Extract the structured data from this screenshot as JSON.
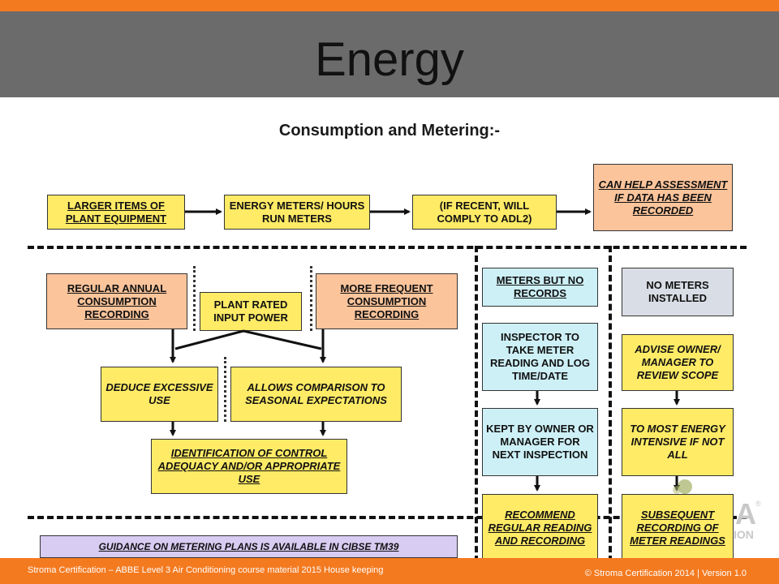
{
  "slide": {
    "title": "Energy",
    "subtitle": "Consumption and Metering:-"
  },
  "boxes": {
    "larger_items": "LARGER ITEMS OF PLANT EQUIPMENT",
    "energy_meters": "ENERGY METERS/ HOURS RUN METERS",
    "if_recent": "(IF RECENT, WILL COMPLY TO ADL2)",
    "can_help": "CAN HELP ASSESSMENT IF DATA HAS BEEN RECORDED",
    "regular_annual": "REGULAR ANNUAL CONSUMPTION RECORDING",
    "plant_rated": "PLANT RATED INPUT POWER",
    "more_frequent": "MORE FREQUENT CONSUMPTION RECORDING",
    "deduce_excessive": "DEDUCE EXCESSIVE USE",
    "allows_comparison": "ALLOWS COMPARISON TO SEASONAL EXPECTATIONS",
    "identification": "IDENTIFICATION OF CONTROL ADEQUACY AND/OR APPROPRIATE USE",
    "meters_no_records": "METERS BUT NO RECORDS",
    "inspector": "INSPECTOR TO TAKE METER READING AND LOG TIME/DATE",
    "kept_by_owner": "KEPT BY OWNER OR MANAGER FOR NEXT INSPECTION",
    "recommend": "RECOMMEND REGULAR READING AND RECORDING",
    "no_meters": "NO METERS INSTALLED",
    "advise_owner": "ADVISE OWNER/ MANAGER TO REVIEW SCOPE",
    "to_most": "TO MOST ENERGY INTENSIVE IF NOT ALL",
    "subsequent": "SUBSEQUENT RECORDING OF METER READINGS",
    "guidance": "GUIDANCE ON METERING PLANS IS AVAILABLE IN CIBSE TM39"
  },
  "footer": {
    "left": "Stroma Certification – ABBE Level 3  Air Conditioning course material  2015 House keeping",
    "right": "© Stroma Certification 2014  |  Version 1.0"
  },
  "logo": {
    "text_a": "A",
    "text_ion": "ION",
    "registered": "®"
  },
  "colors": {
    "accent": "#f47a20",
    "header": "#6b6b6b",
    "yellow": "#ffeb66",
    "orange": "#fbc49b",
    "cyan": "#cdf0f7",
    "grey": "#d9dde5",
    "purple": "#d8ccf2"
  }
}
